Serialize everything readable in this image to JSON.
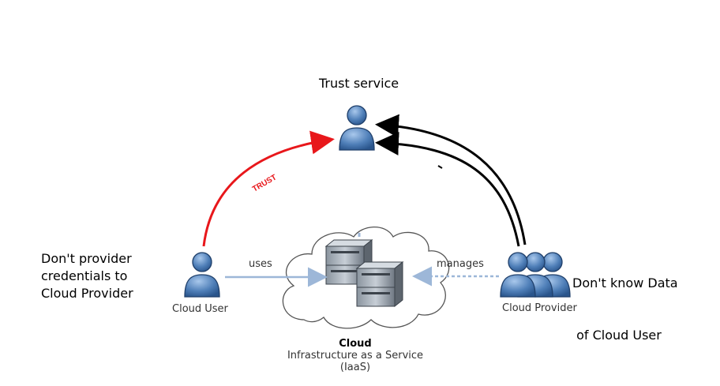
{
  "trust_service": {
    "title": "Trust service"
  },
  "trust_arrow": {
    "label": "TRUST",
    "color": "#e8171b"
  },
  "cloud_user": {
    "label": "Cloud User",
    "note_lines": [
      "Don't provider",
      "credentials  to",
      "Cloud Provider"
    ]
  },
  "cloud_provider": {
    "label": "Cloud Provider",
    "note_lines": [
      "Don't know Data",
      " of Cloud User"
    ]
  },
  "uses_arrow": {
    "label": "uses"
  },
  "manages_arrow": {
    "label": "manages"
  },
  "cloud": {
    "title": "Cloud",
    "subtitle": "Infrastructure as a Service",
    "abbr": "(IaaS)"
  },
  "colors": {
    "person_fill": "#4f7fb8",
    "person_stroke": "#1f3f6a",
    "flow_arrow": "#9db7d8",
    "cloud_fill": "#ffffff",
    "cloud_stroke": "#555555"
  }
}
